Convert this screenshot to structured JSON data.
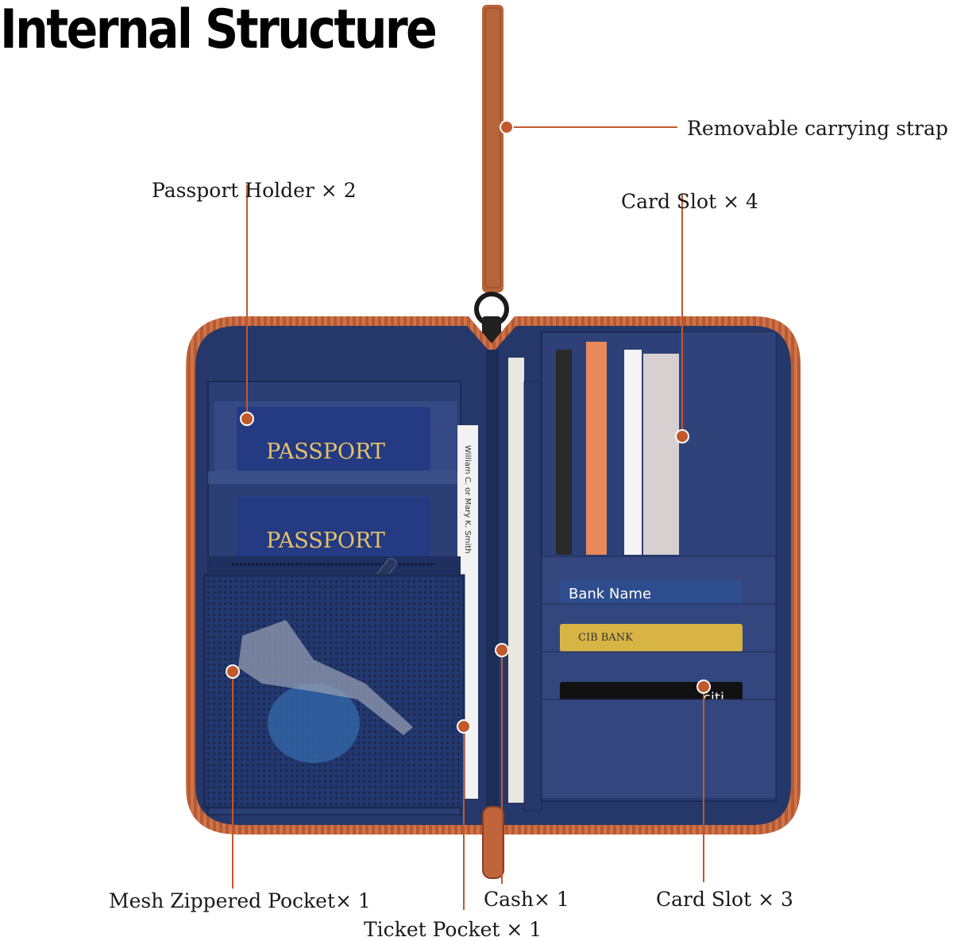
{
  "title": "Internal Structure",
  "colors": {
    "navy": "#27396b",
    "navy_dark": "#1c2a55",
    "zipper": "#c0643c",
    "strap": "#b8643a",
    "leader": "#c2592c"
  },
  "callouts": {
    "strap": "Removable carrying strap",
    "passport_holder": "Passport Holder × 2",
    "card_slot_top": "Card Slot × 4",
    "mesh_pocket": "Mesh Zippered Pocket× 1",
    "cash": "Cash× 1",
    "card_slot_bottom": "Card Slot × 3",
    "ticket_pocket": "Ticket Pocket × 1"
  },
  "printed": {
    "passport_1": "PASSPORT",
    "passport_2": "PASSPORT",
    "bank_card": "Bank Name",
    "cib_card": "CIB BANK",
    "citi_card": "citi",
    "ticket_text": "William C. or Mary K. Smith"
  }
}
